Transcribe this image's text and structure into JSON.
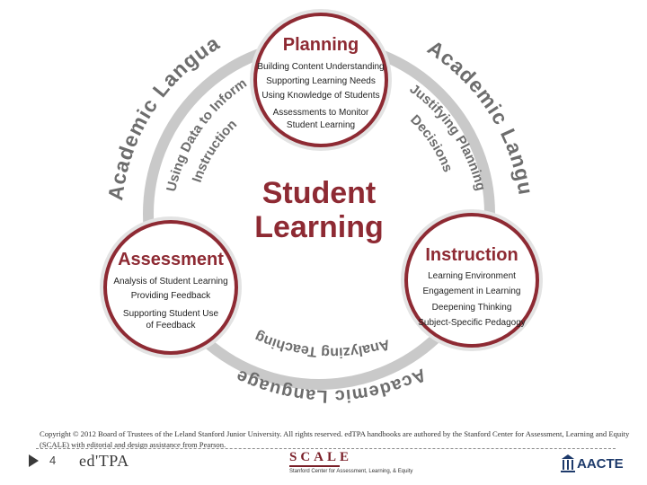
{
  "center": {
    "line1": "Student",
    "line2": "Learning"
  },
  "planning": {
    "title": "Planning",
    "items": [
      "Building Content Understanding",
      "Supporting Learning Needs",
      "Using Knowledge of Students",
      "Assessments to Monitor",
      "Student Learning"
    ]
  },
  "assessment": {
    "title": "Assessment",
    "items": [
      "Analysis of Student Learning",
      "Providing Feedback",
      "Supporting Student Use",
      "of Feedback"
    ]
  },
  "instruction": {
    "title": "Instruction",
    "items": [
      "Learning Environment",
      "Engagement in Learning",
      "Deepening Thinking",
      "Subject-Specific Pedagogy"
    ]
  },
  "arcs": {
    "left_outer": "Academic Language",
    "left_inner_1": "Using Data to Inform",
    "left_inner_2": "Instruction",
    "right_outer": "Academic Language",
    "right_inner_1": "Justifying Planning",
    "right_inner_2": "Decisions",
    "bottom_inner": "Analyzing Teaching",
    "bottom_outer": "Academic Language"
  },
  "footer": {
    "copyright": "Copyright © 2012 Board of Trustees of the Leland Stanford Junior University. All rights reserved. edTPA handbooks are authored by the Stanford Center for Assessment, Learning and Equity (SCALE) with editorial and design assistance from Pearson.",
    "page_number": "4",
    "edtpa_logo": "ed'TPA",
    "scale_logo": "SCALE",
    "scale_subtitle": "Stanford Center for Assessment, Learning, & Equity",
    "aacte_logo": "AACTE"
  },
  "colors": {
    "maroon": "#8e2a33",
    "ring_gray": "#c9c9c9",
    "text_dark": "#222222",
    "arc_gray": "#6d6d6d"
  }
}
